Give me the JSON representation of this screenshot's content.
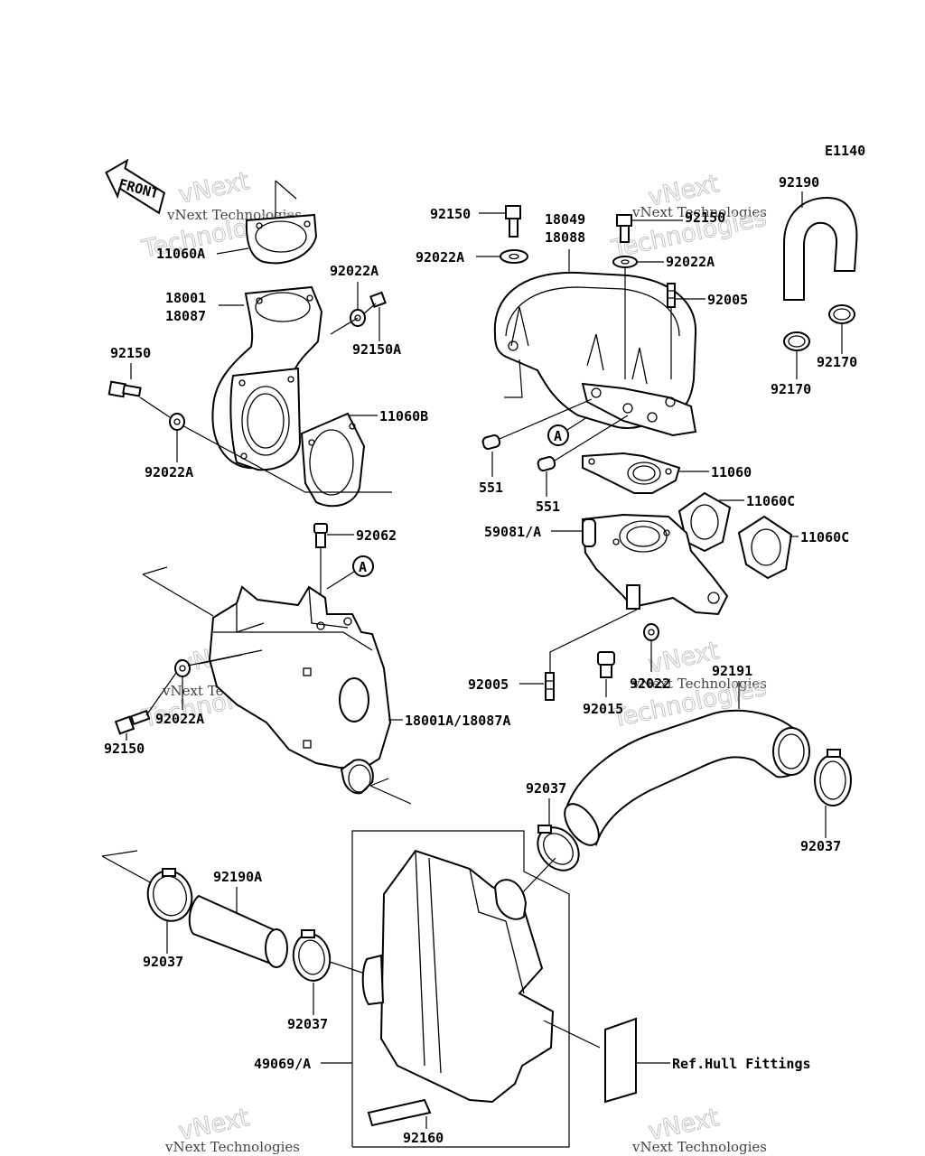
{
  "diagram_code": "E1140",
  "front_label": "FRONT",
  "watermark": {
    "line1": "vNext",
    "line2": "vNext Technologies",
    "line3": "Technologies"
  },
  "labels": {
    "p11060A": "11060A",
    "p18001_18087_a": "18001",
    "p18001_18087_b": "18087",
    "p92022A_1": "92022A",
    "p92150A": "92150A",
    "p92150_1": "92150",
    "p92022A_2": "92022A",
    "p11060B": "11060B",
    "p92150_2": "92150",
    "p92022A_3": "92022A",
    "p18049_18088_a": "18049",
    "p18049_18088_b": "18088",
    "p92150_3": "92150",
    "p92022A_4": "92022A",
    "p92005_1": "92005",
    "p92190": "92190",
    "p92170_1": "92170",
    "p92170_2": "92170",
    "p551_1": "551",
    "p551_2": "551",
    "p11060": "11060",
    "p11060C_1": "11060C",
    "p11060C_2": "11060C",
    "p59081A": "59081/A",
    "p92062": "92062",
    "callout_A1": "A",
    "callout_A2": "A",
    "p92022A_5": "92022A",
    "p92150_4": "92150",
    "p18001A_18087A": "18001A/18087A",
    "p92005_2": "92005",
    "p92015": "92015",
    "p92022": "92022",
    "p92191": "92191",
    "p92037_1": "92037",
    "p92037_2": "92037",
    "p92190A": "92190A",
    "p92037_3": "92037",
    "p92037_4": "92037",
    "p49069A": "49069/A",
    "ref_hull": "Ref.Hull Fittings",
    "p92160": "92160"
  }
}
